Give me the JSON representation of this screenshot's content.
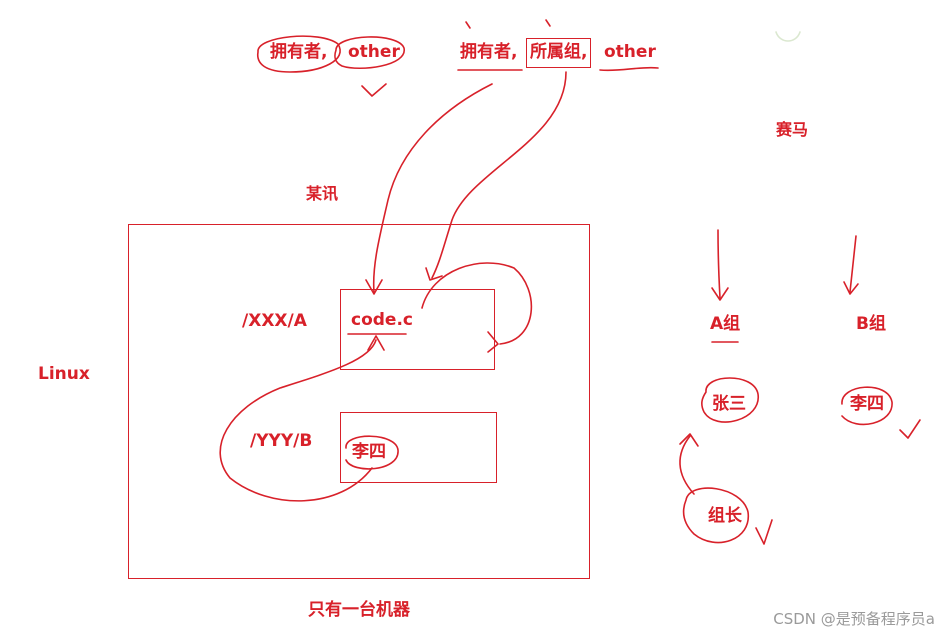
{
  "labels": {
    "top_left_owner": "拥有者,",
    "top_left_other": "other",
    "top_right_owner": "拥有者,",
    "top_right_group": "所属组,",
    "top_right_other": "other",
    "company_a": "某讯",
    "company_b": "赛马",
    "os": "Linux",
    "path_a": "/XXX/A",
    "path_b": "/YYY/B",
    "file": "code.c",
    "user_in_b": "李四",
    "machine": "只有一台机器",
    "group_a": "A组",
    "group_b": "B组",
    "member_a": "张三",
    "member_b": "李四",
    "leader": "组长"
  },
  "watermark": "CSDN @是预备程序员a",
  "colors": {
    "ink": "#d8212a",
    "watermark": "#9a9a9a"
  }
}
